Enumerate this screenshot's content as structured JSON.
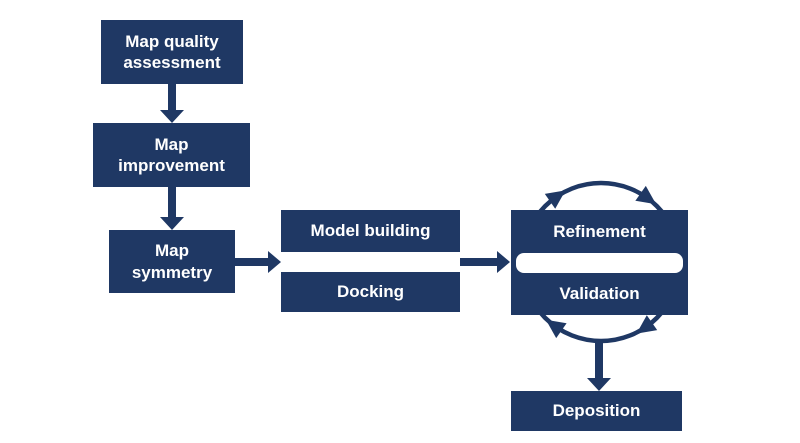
{
  "colors": {
    "background": "#ffffff",
    "node_fill": "#1f3864",
    "node_text": "#ffffff",
    "arrow": "#1f3864"
  },
  "nodes": {
    "map_quality_assessment": {
      "label": "Map quality assessment"
    },
    "map_improvement": {
      "label": "Map improvement"
    },
    "map_symmetry": {
      "label": "Map symmetry"
    },
    "model_building": {
      "label": "Model building"
    },
    "docking": {
      "label": "Docking"
    },
    "refinement": {
      "label": "Refinement"
    },
    "validation": {
      "label": "Validation"
    },
    "deposition": {
      "label": "Deposition"
    }
  },
  "edges": [
    {
      "from": "map_quality_assessment",
      "to": "map_improvement",
      "style": "block-arrow-down"
    },
    {
      "from": "map_improvement",
      "to": "map_symmetry",
      "style": "block-arrow-down"
    },
    {
      "from": "map_symmetry",
      "to": "model_building_docking",
      "style": "block-arrow-right"
    },
    {
      "from": "model_building_docking",
      "to": "refinement_validation",
      "style": "block-arrow-right"
    },
    {
      "type": "cycle",
      "between": [
        "refinement",
        "validation"
      ],
      "direction": "clockwise"
    },
    {
      "from": "refinement_validation",
      "to": "deposition",
      "style": "block-arrow-down"
    }
  ]
}
